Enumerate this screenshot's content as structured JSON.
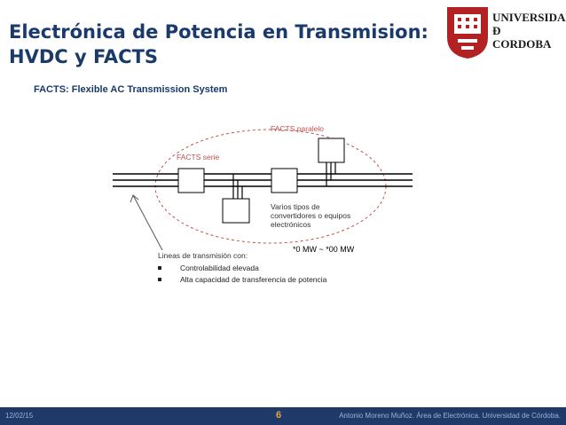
{
  "slide": {
    "title_line1": "Electrónica de Potencia en Transmision:",
    "title_line2": "HVDC y FACTS",
    "subtitle": "FACTS: Flexible AC Transmission System"
  },
  "logo": {
    "line1": "UNIVERSIDAD",
    "line2": "Ð",
    "line3": "CORDOBA"
  },
  "diagram": {
    "facts_paralelo": "FACTS paralelo",
    "facts_serie": "FACTS serie",
    "varios_line1": "Varios tipos de",
    "varios_line2": "convertidores o equipos",
    "varios_line3": "electrónicos",
    "power_range": "*0 MW ~ *00 MW",
    "lineas_label": "Lineas de transmisión con:",
    "bullets": [
      "Controlabilidad elevada",
      "Alta capacidad de transferencia de potencia"
    ]
  },
  "footer": {
    "date": "12/02/15",
    "page": "6",
    "author": "Antonio Moreno Muñoz.   Área de Electrónica.   Universidad de Córdoba."
  },
  "colors": {
    "title": "#1a3a6b",
    "accent_orange": "#c0504d",
    "footer_bg": "#1f3a68",
    "logo_red": "#b22222"
  }
}
